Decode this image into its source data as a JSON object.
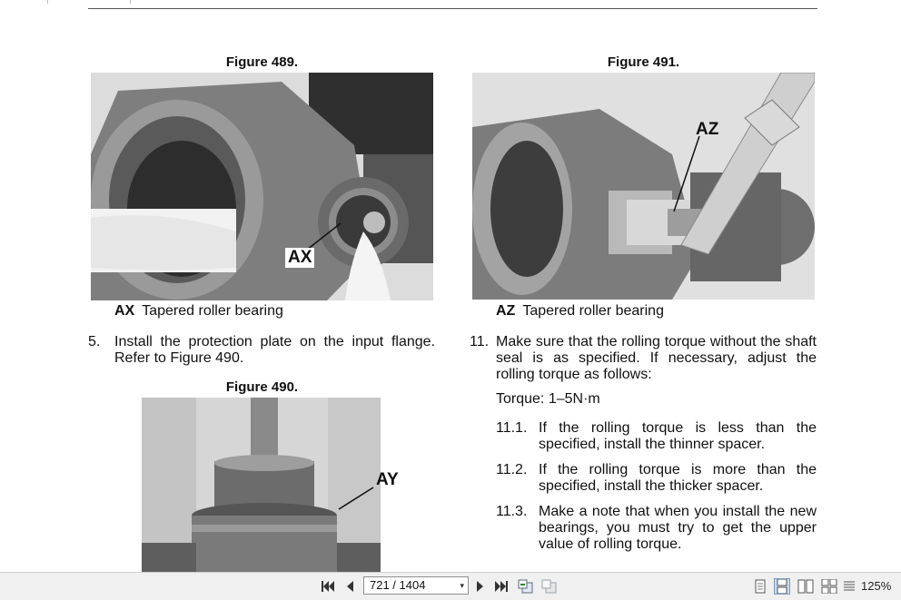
{
  "figures": {
    "f489": {
      "title": "Figure 489.",
      "callout": "AX",
      "caption_code": "AX",
      "caption_text": "Tapered roller bearing"
    },
    "f490": {
      "title": "Figure 490.",
      "callout": "AY"
    },
    "f491": {
      "title": "Figure 491.",
      "callout": "AZ",
      "caption_code": "AZ",
      "caption_text": "Tapered roller bearing"
    }
  },
  "steps": {
    "s5": {
      "number": "5.",
      "text": "Install the protection plate on the input flange. Refer to Figure 490."
    },
    "s11": {
      "number": "11.",
      "text": "Make sure that the rolling torque without the shaft seal is as specified. If necessary, adjust the rolling torque as follows:"
    },
    "torque": "Torque: 1–5N·m",
    "s11_1": {
      "number": "11.1.",
      "text": "If the rolling torque is less than the specified, install the thinner spacer."
    },
    "s11_2": {
      "number": "11.2.",
      "text": "If the rolling torque is more than the specified, install the thicker spacer."
    },
    "s11_3": {
      "number": "11.3.",
      "text": "Make a note that when you install the new bearings, you must try to get the upper value of rolling torque."
    }
  },
  "toolbar": {
    "page_value": "721 / 1404",
    "zoom": "125%",
    "icons": [
      "first-page-icon",
      "previous-page-icon",
      "next-page-icon",
      "last-page-icon",
      "go-back-view-icon",
      "go-forward-view-icon",
      "single-page-icon",
      "single-page-continuous-icon",
      "two-page-icon",
      "two-page-continuous-icon",
      "fit-width-icon"
    ]
  }
}
